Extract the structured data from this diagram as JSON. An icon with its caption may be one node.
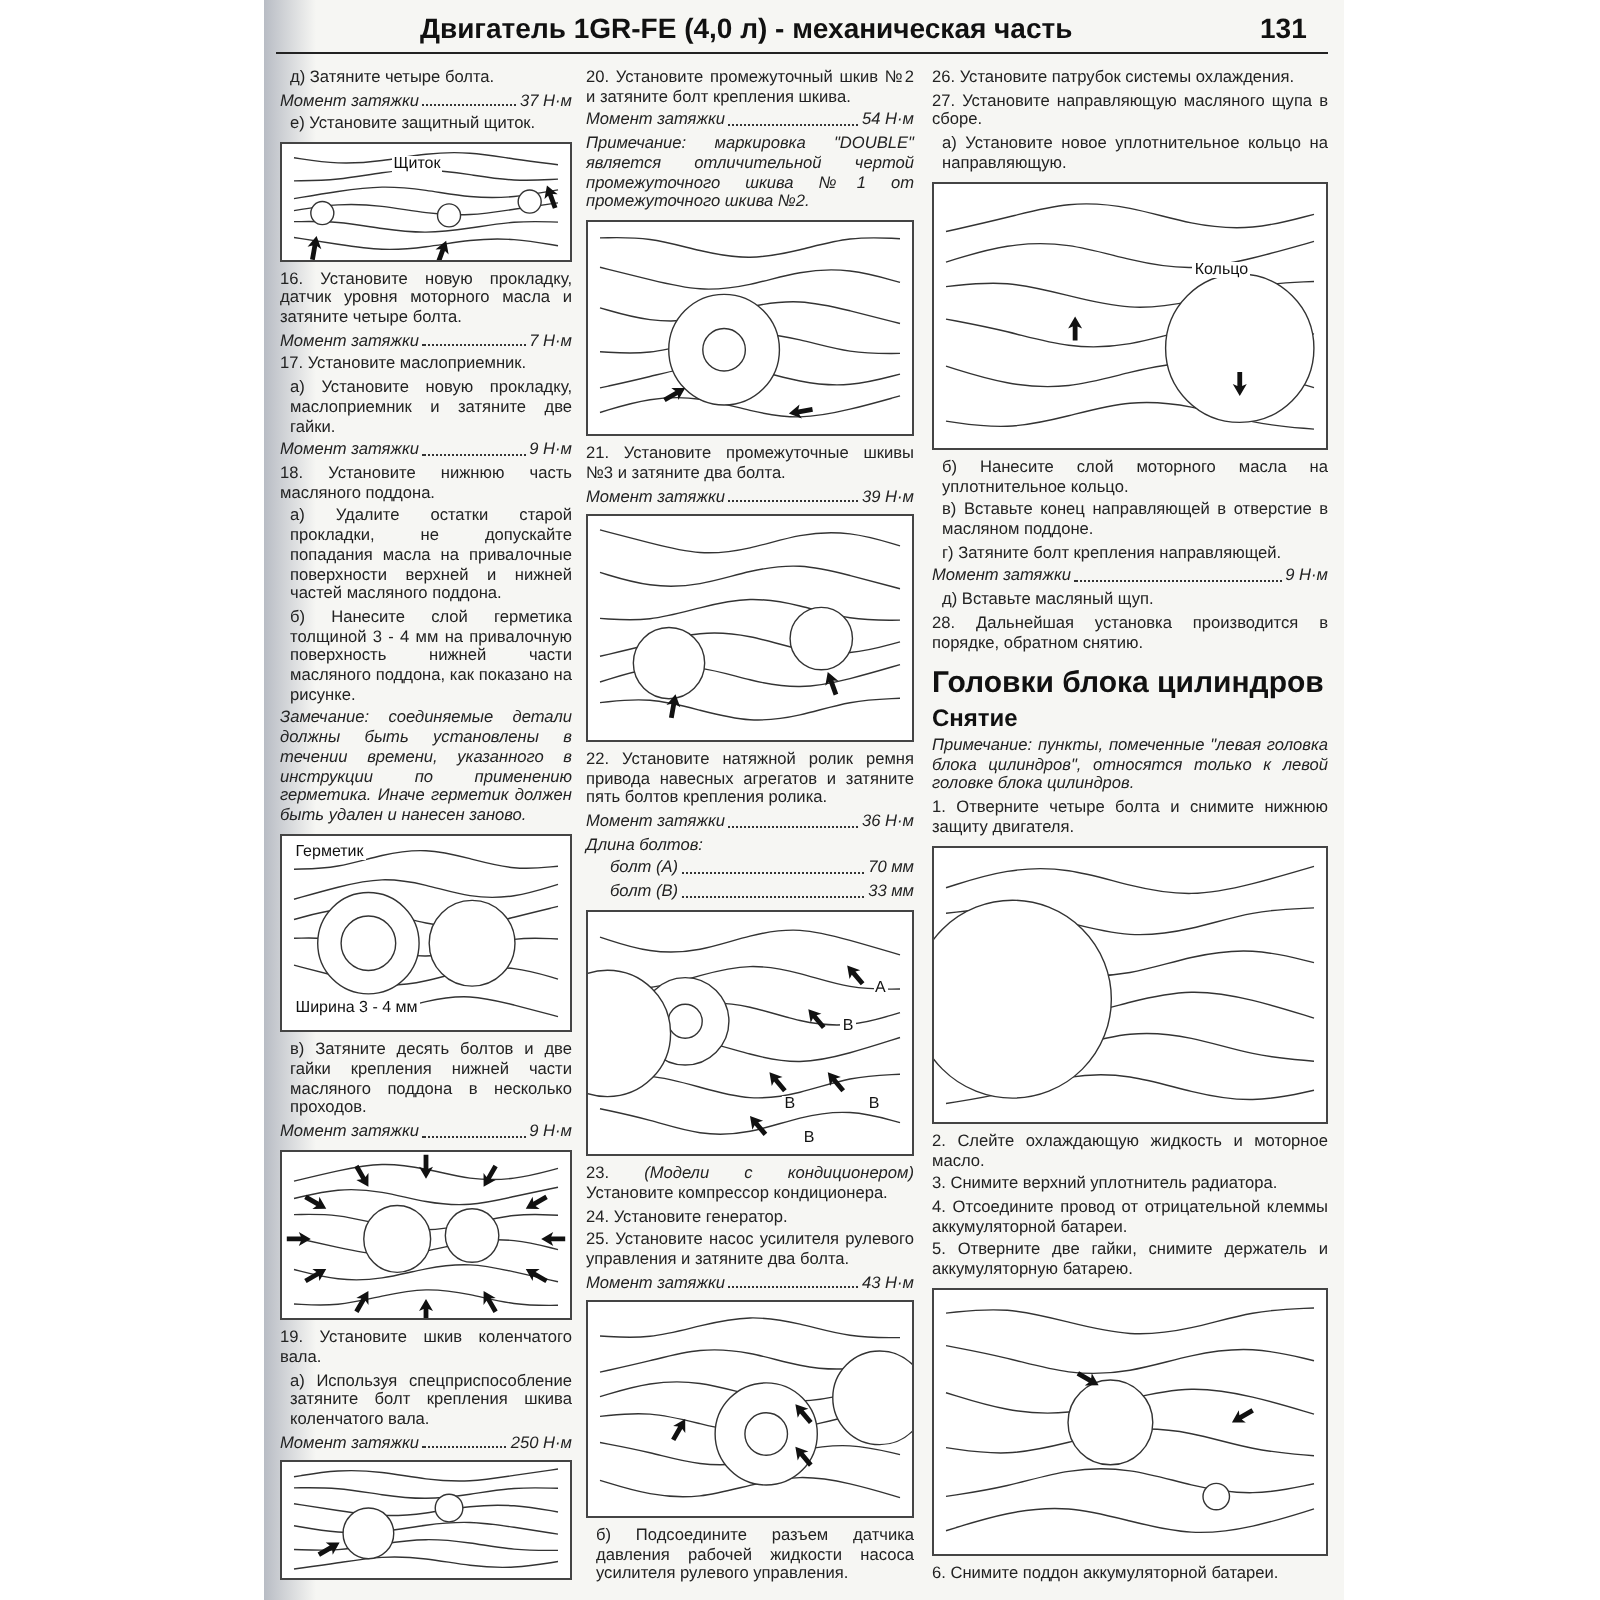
{
  "diagram": {
    "title": "Двигатель 1GR-FE (4,0 л) - механическая часть",
    "nodes": [
      {
        "text": [
          "Щиток"
        ]
      },
      {
        "text": [
          "Герметик",
          "Ширина 3 - 4 мм"
        ]
      },
      {
        "text": [],
        "shape": "picture"
      },
      {
        "text": [],
        "shape": "picture"
      },
      {
        "text": [],
        "shape": "picture"
      },
      {
        "text": [],
        "shape": "picture"
      },
      {
        "text": [
          "A",
          "B",
          "B",
          "B",
          "B"
        ]
      },
      {
        "text": [],
        "shape": "picture"
      },
      {
        "text": [
          "Кольцо"
        ]
      },
      {
        "text": [],
        "shape": "picture"
      },
      {
        "text": [],
        "shape": "picture"
      }
    ],
    "labels": [
      "131",
      "д) Затяните четыре болта.",
      "Момент затяжки",
      "37 Н·м",
      "е) Установите защитный щиток.",
      "16. Установите новую прокладку, датчик уровня моторного масла и затяните четыре болта.",
      "Момент затяжки",
      "7 Н·м",
      "17. Установите маслоприемник.",
      "а) Установите новую прокладку, маслоприемник и затяните две гайки.",
      "Момент затяжки",
      "9 Н·м",
      "18. Установите нижнюю часть масляного поддона.",
      "а) Удалите остатки старой прокладки, не допускайте попадания масла на привалочные поверхности верхней и нижней частей масляного поддона.",
      "б) Нанесите слой герметика толщиной 3 - 4 мм на привалочную поверхность нижней части масляного поддона, как показано на рисунке.",
      "Замечание: соединяемые детали должны быть установлены в течении времени, указанного в инструкции по применению герметика. Иначе герметик должен быть удален и нанесен заново.",
      "в) Затяните десять болтов и две гайки крепления нижней части масляного поддона в несколько проходов.",
      "Момент затяжки",
      "9 Н·м",
      "19. Установите шкив коленчатого вала.",
      "а) Используя спецприспособление затяните болт крепления шкива коленчатого вала.",
      "Момент затяжки",
      "250 Н·м",
      "20. Установите промежуточный шкив №2 и затяните болт крепления шкива.",
      "Момент затяжки",
      "54 Н·м",
      "Примечание: маркировка \"DOUBLE\" является отличительной чертой промежуточного шкива №1 от промежуточного шкива №2.",
      "21. Установите промежуточные шкивы №3 и затяните два болта.",
      "Момент затяжки",
      "39 Н·м",
      "22. Установите натяжной ролик ремня привода навесных агрегатов и затяните пять болтов крепления ролика.",
      "Момент затяжки",
      "36 Н·м",
      "Длина болтов:",
      "болт (A)",
      "70 мм",
      "болт (B)",
      "33 мм",
      "23. *(Модели с кондиционером)* Установите компрессор кондиционера.",
      "24. Установите генератор.",
      "25. Установите насос усилителя рулевого управления и затяните два болта.",
      "Момент затяжки",
      "43 Н·м",
      "б) Подсоедините разъем датчика давления рабочей жидкости насоса усилителя рулевого управления.",
      "26. Установите патрубок системы охлаждения.",
      "27. Установите направляющую масляного щупа в сборе.",
      "а) Установите новое уплотнительное кольцо на направляющую.",
      "б) Нанесите слой моторного масла на уплотнительное кольцо.",
      "в) Вставьте конец направляющей в отверстие в масляном поддоне.",
      "г) Затяните болт крепления направляющей.",
      "Момент затяжки",
      "9 Н·м",
      "д) Вставьте масляный щуп.",
      "28. Дальнейшая установка производится в порядке, обратном снятию.",
      "Головки блока цилиндров",
      "Снятие",
      "Примечание: пункты, помеченные \"левая головка блока цилиндров\", относятся только к левой головке блока цилиндров.",
      "1. Отверните четыре болта и снимите нижнюю защиту двигателя.",
      "2. Слейте охлаждающую жидкость и моторное масло.",
      "3. Снимите верхний уплотнитель радиатора.",
      "4. Отсоедините провод от отрицательной клеммы аккумуляторной батареи.",
      "5. Отверните две гайки, снимите держатель и аккумуляторную батарею.",
      "6. Снимите поддон аккумуляторной батареи."
    ]
  }
}
